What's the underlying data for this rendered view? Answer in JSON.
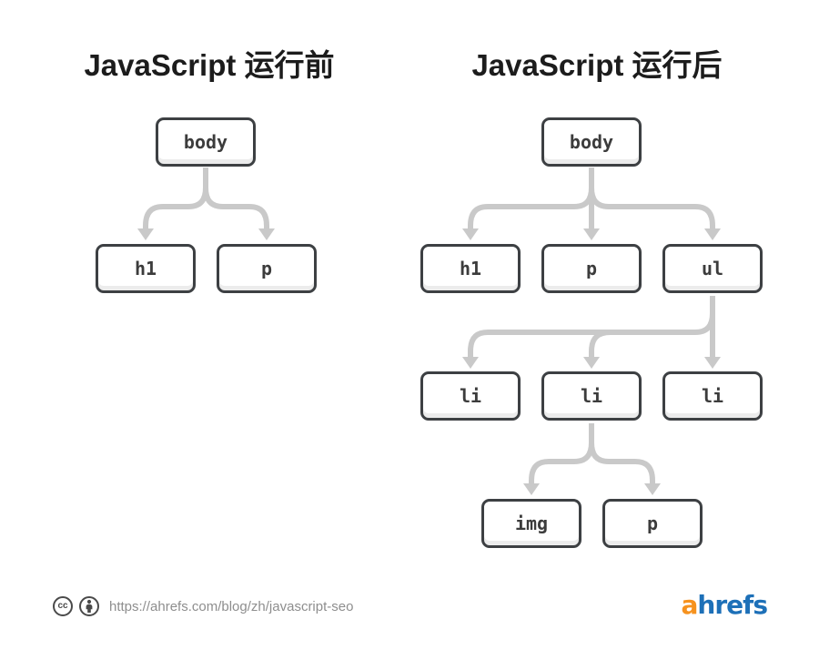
{
  "titles": {
    "left": "JavaScript 运行前",
    "right": "JavaScript 运行后"
  },
  "nodes": {
    "left_body": "body",
    "left_h1": "h1",
    "left_p": "p",
    "right_body": "body",
    "right_h1": "h1",
    "right_p": "p",
    "right_ul": "ul",
    "right_li1": "li",
    "right_li2": "li",
    "right_li3": "li",
    "right_img": "img",
    "right_p2": "p"
  },
  "footer": {
    "cc_label": "cc",
    "source_url": "https://ahrefs.com/blog/zh/javascript-seo"
  },
  "brand": {
    "first_letter": "a",
    "rest": "hrefs"
  },
  "colors": {
    "arrow": "#c9c9c9",
    "node_border": "#3d4043",
    "node_text": "#3c3c3c",
    "title": "#1c1c1c",
    "muted_text": "#8e8e8e",
    "brand_orange": "#f6921e",
    "brand_blue": "#1d70b8"
  }
}
